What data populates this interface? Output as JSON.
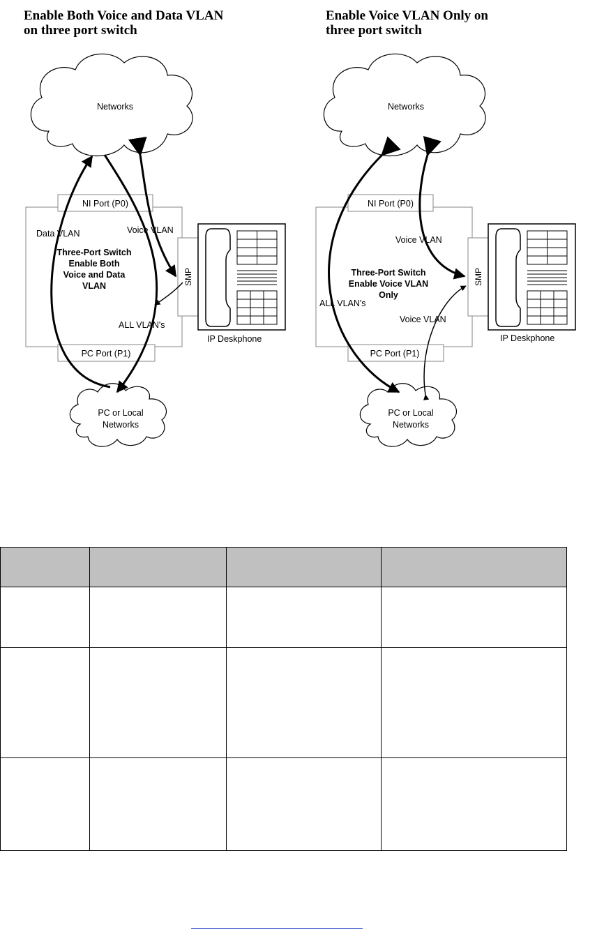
{
  "left_panel": {
    "title_line1": "Enable Both Voice and Data VLAN",
    "title_line2": "on three port switch",
    "cloud_top": "Networks",
    "ni_port": "NI Port (P0)",
    "pc_port": "PC Port (P1)",
    "switch_label": [
      "Three-Port Switch",
      "Enable Both",
      "Voice and Data",
      "VLAN"
    ],
    "label_data_vlan": "Data VLAN",
    "label_voice_vlan": "Voice VLAN",
    "label_all_vlans": "ALL VLAN's",
    "smp": "SMP",
    "phone_label": "IP Deskphone",
    "cloud_bottom": [
      "PC or Local",
      "Networks"
    ]
  },
  "right_panel": {
    "title_line1": "Enable Voice VLAN Only on",
    "title_line2": "three port switch",
    "cloud_top": "Networks",
    "ni_port": "NI Port (P0)",
    "pc_port": "PC Port (P1)",
    "switch_label": [
      "Three-Port Switch",
      "Enable Voice VLAN",
      "Only"
    ],
    "label_voice_vlan_upper": "Voice VLAN",
    "label_voice_vlan_lower": "Voice VLAN",
    "label_all_vlans": "ALL VLAN's",
    "smp": "SMP",
    "phone_label": "IP Deskphone",
    "cloud_bottom": [
      "PC or Local",
      "Networks"
    ]
  },
  "table": {
    "header": [
      "",
      "",
      "",
      ""
    ],
    "rows": [
      [
        "",
        "",
        "",
        ""
      ],
      [
        "",
        "",
        "",
        ""
      ],
      [
        "",
        "",
        "",
        ""
      ]
    ]
  },
  "colors": {
    "table_header_bg": "#c0c0c0",
    "footer_rule": "#1a3cc8"
  }
}
